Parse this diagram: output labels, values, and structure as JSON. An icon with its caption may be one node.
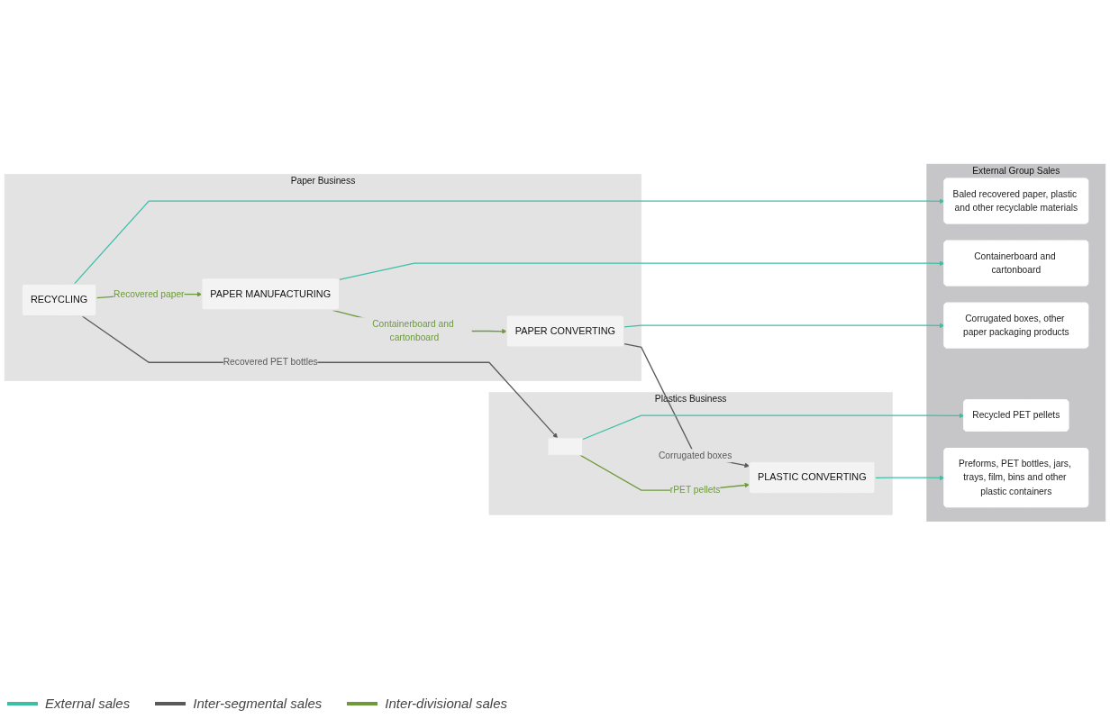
{
  "diagram": {
    "nodes": [
      {
        "text": [
          "Paper Business"
        ]
      },
      {
        "text": [
          "RECYCLING"
        ],
        "in": 0
      },
      {
        "text": [
          "PAPER MANUFACTURING"
        ],
        "in": 0
      },
      {
        "text": [
          "PAPER CONVERTING"
        ],
        "in": 0
      },
      {
        "text": [
          "Plastics Business"
        ]
      },
      {
        "text": [],
        "shape": "box",
        "in": 4
      },
      {
        "text": [
          "PLASTIC CONVERTING"
        ],
        "in": 4
      },
      {
        "text": [
          "External Group Sales"
        ]
      },
      {
        "text": [
          "Baled recovered paper, plastic and other recyclable materials"
        ],
        "in": 7
      },
      {
        "text": [
          "Containerboard and cartonboard"
        ],
        "in": 7
      },
      {
        "text": [
          "Corrugated boxes, other paper packaging products"
        ],
        "in": 7
      },
      {
        "text": [
          "Recycled PET pellets"
        ],
        "in": 7
      },
      {
        "text": [
          "Preforms, PET bottles, jars, trays, film, bins and other plastic containers"
        ],
        "in": 7
      }
    ],
    "edges": [
      {
        "from": 1,
        "to": 8,
        "arrow": "to"
      },
      {
        "from": 1,
        "to": 2,
        "arrow": "to",
        "label": "Recovered paper",
        "color": "#6e9a3c"
      },
      {
        "from": 2,
        "to": 9,
        "arrow": "to"
      },
      {
        "from": 2,
        "to": 3,
        "arrow": "to",
        "label": "Containerboard and cartonboard",
        "color": "#6e9a3c"
      },
      {
        "from": 3,
        "to": 10,
        "arrow": "to"
      },
      {
        "from": 1,
        "to": 5,
        "arrow": "to",
        "label": "Recovered PET bottles",
        "color": "#5a5a5c"
      },
      {
        "from": 3,
        "to": 6,
        "arrow": "to",
        "label": "Corrugated boxes",
        "color": "#5a5a5c"
      },
      {
        "from": 5,
        "to": 11,
        "arrow": "to"
      },
      {
        "from": 5,
        "to": 6,
        "arrow": "to",
        "label": "rPET pellets",
        "color": "#6e9a3c"
      },
      {
        "from": 6,
        "to": 12,
        "arrow": "to"
      }
    ],
    "legend": [
      {
        "text": "External sales"
      },
      {
        "text": "Inter-segmental sales"
      },
      {
        "text": "Inter-divisional sales"
      }
    ]
  }
}
